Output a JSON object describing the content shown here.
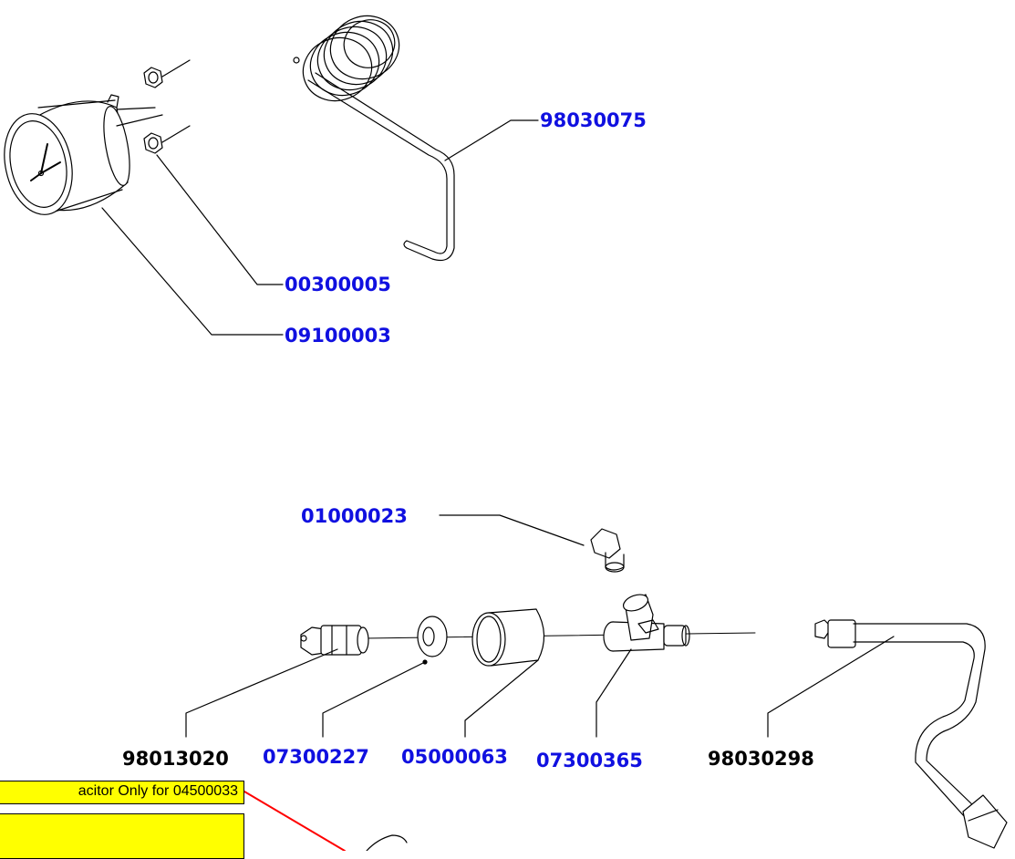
{
  "colors": {
    "link_label": "#1010e0",
    "plain_label": "#000000",
    "note_bg": "#ffff00",
    "note_leader": "#ff0000"
  },
  "labels": {
    "p98030075": "98030075",
    "p00300005": "00300005",
    "p09100003": "09100003",
    "p01000023": "01000023",
    "p98013020": "98013020",
    "p07300227": "07300227",
    "p05000063": "05000063",
    "p07300365": "07300365",
    "p98030298": "98030298"
  },
  "notes": {
    "capacitor_note": "acitor Only for 04500033",
    "second_note": ""
  }
}
